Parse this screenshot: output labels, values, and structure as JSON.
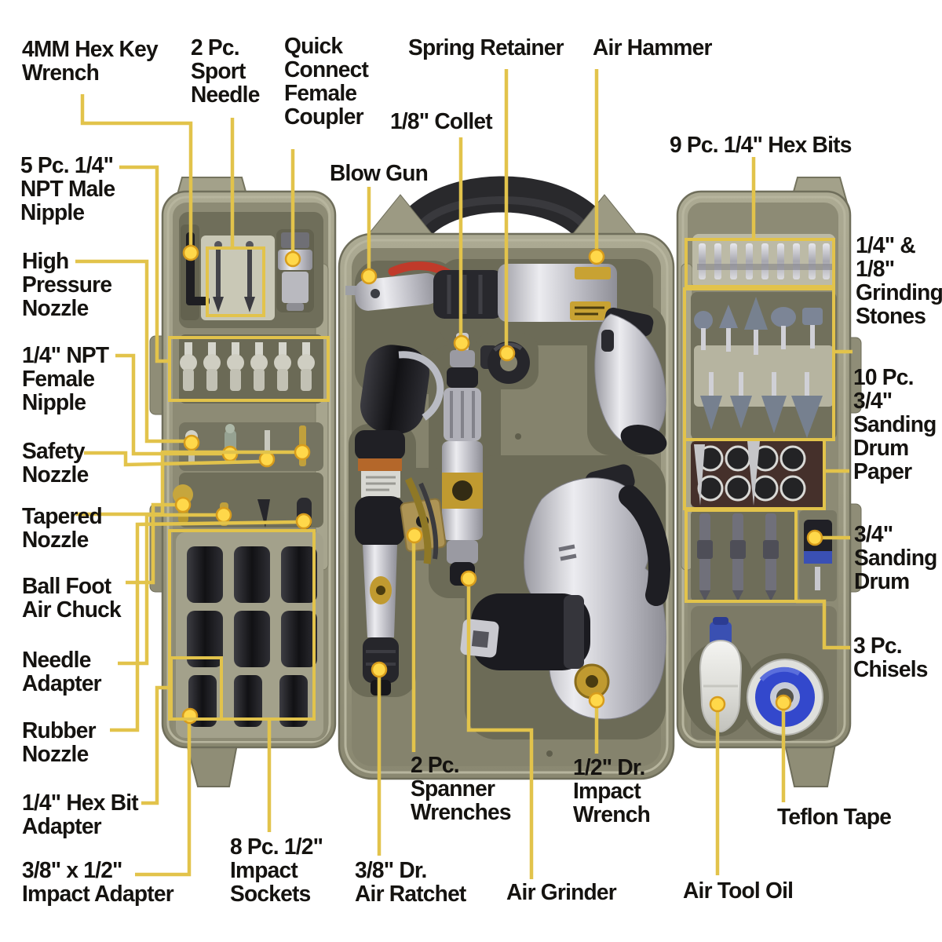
{
  "colors": {
    "leader_line": "#E2C34B",
    "dot": "#FFD84A",
    "dot_edge": "#D79C1C",
    "text": "#151310",
    "background": "#FFFFFF",
    "case_shell": "#9D9B84",
    "case_interior": "#8B8973",
    "handle": "#2A2A2C"
  },
  "labels": {
    "hex_key": "4MM Hex Key\nWrench",
    "sport_needle": "2 Pc.\nSport\nNeedle",
    "quick_coupler": "Quick\nConnect\nFemale\nCoupler",
    "spring_retainer": "Spring Retainer",
    "air_hammer": "Air Hammer",
    "collet": "1/8\" Collet",
    "blow_gun": "Blow Gun",
    "hex_bits": "9 Pc. 1/4\" Hex Bits",
    "npt_male": "5 Pc. 1/4\"\nNPT Male\nNipple",
    "high_pressure": "High\nPressure\nNozzle",
    "grinding_stones": "1/4\" &\n1/8\"\nGrinding\nStones",
    "npt_female": "1/4\" NPT\nFemale\nNipple",
    "drum_paper": "10 Pc.\n3/4\"\nSanding\nDrum\nPaper",
    "safety_nozzle": "Safety\nNozzle",
    "tapered_nozzle": "Tapered\nNozzle",
    "sanding_drum": "3/4\"\nSanding\nDrum",
    "ball_foot": "Ball Foot\nAir Chuck",
    "needle_adapter": "Needle\nAdapter",
    "chisels": "3 Pc.\nChisels",
    "rubber_nozzle": "Rubber\nNozzle",
    "hex_bit_adapter": "1/4\" Hex Bit\nAdapter",
    "impact_adapter": "3/8\" x 1/2\"\nImpact Adapter",
    "impact_sockets": "8 Pc. 1/2\"\nImpact\nSockets",
    "air_ratchet": "3/8\" Dr.\nAir Ratchet",
    "spanner_wrenches": "2 Pc.\nSpanner\nWrenches",
    "impact_wrench": "1/2\" Dr.\nImpact\nWrench",
    "air_grinder": "Air Grinder",
    "air_tool_oil": "Air Tool Oil",
    "teflon_tape": "Teflon Tape"
  }
}
